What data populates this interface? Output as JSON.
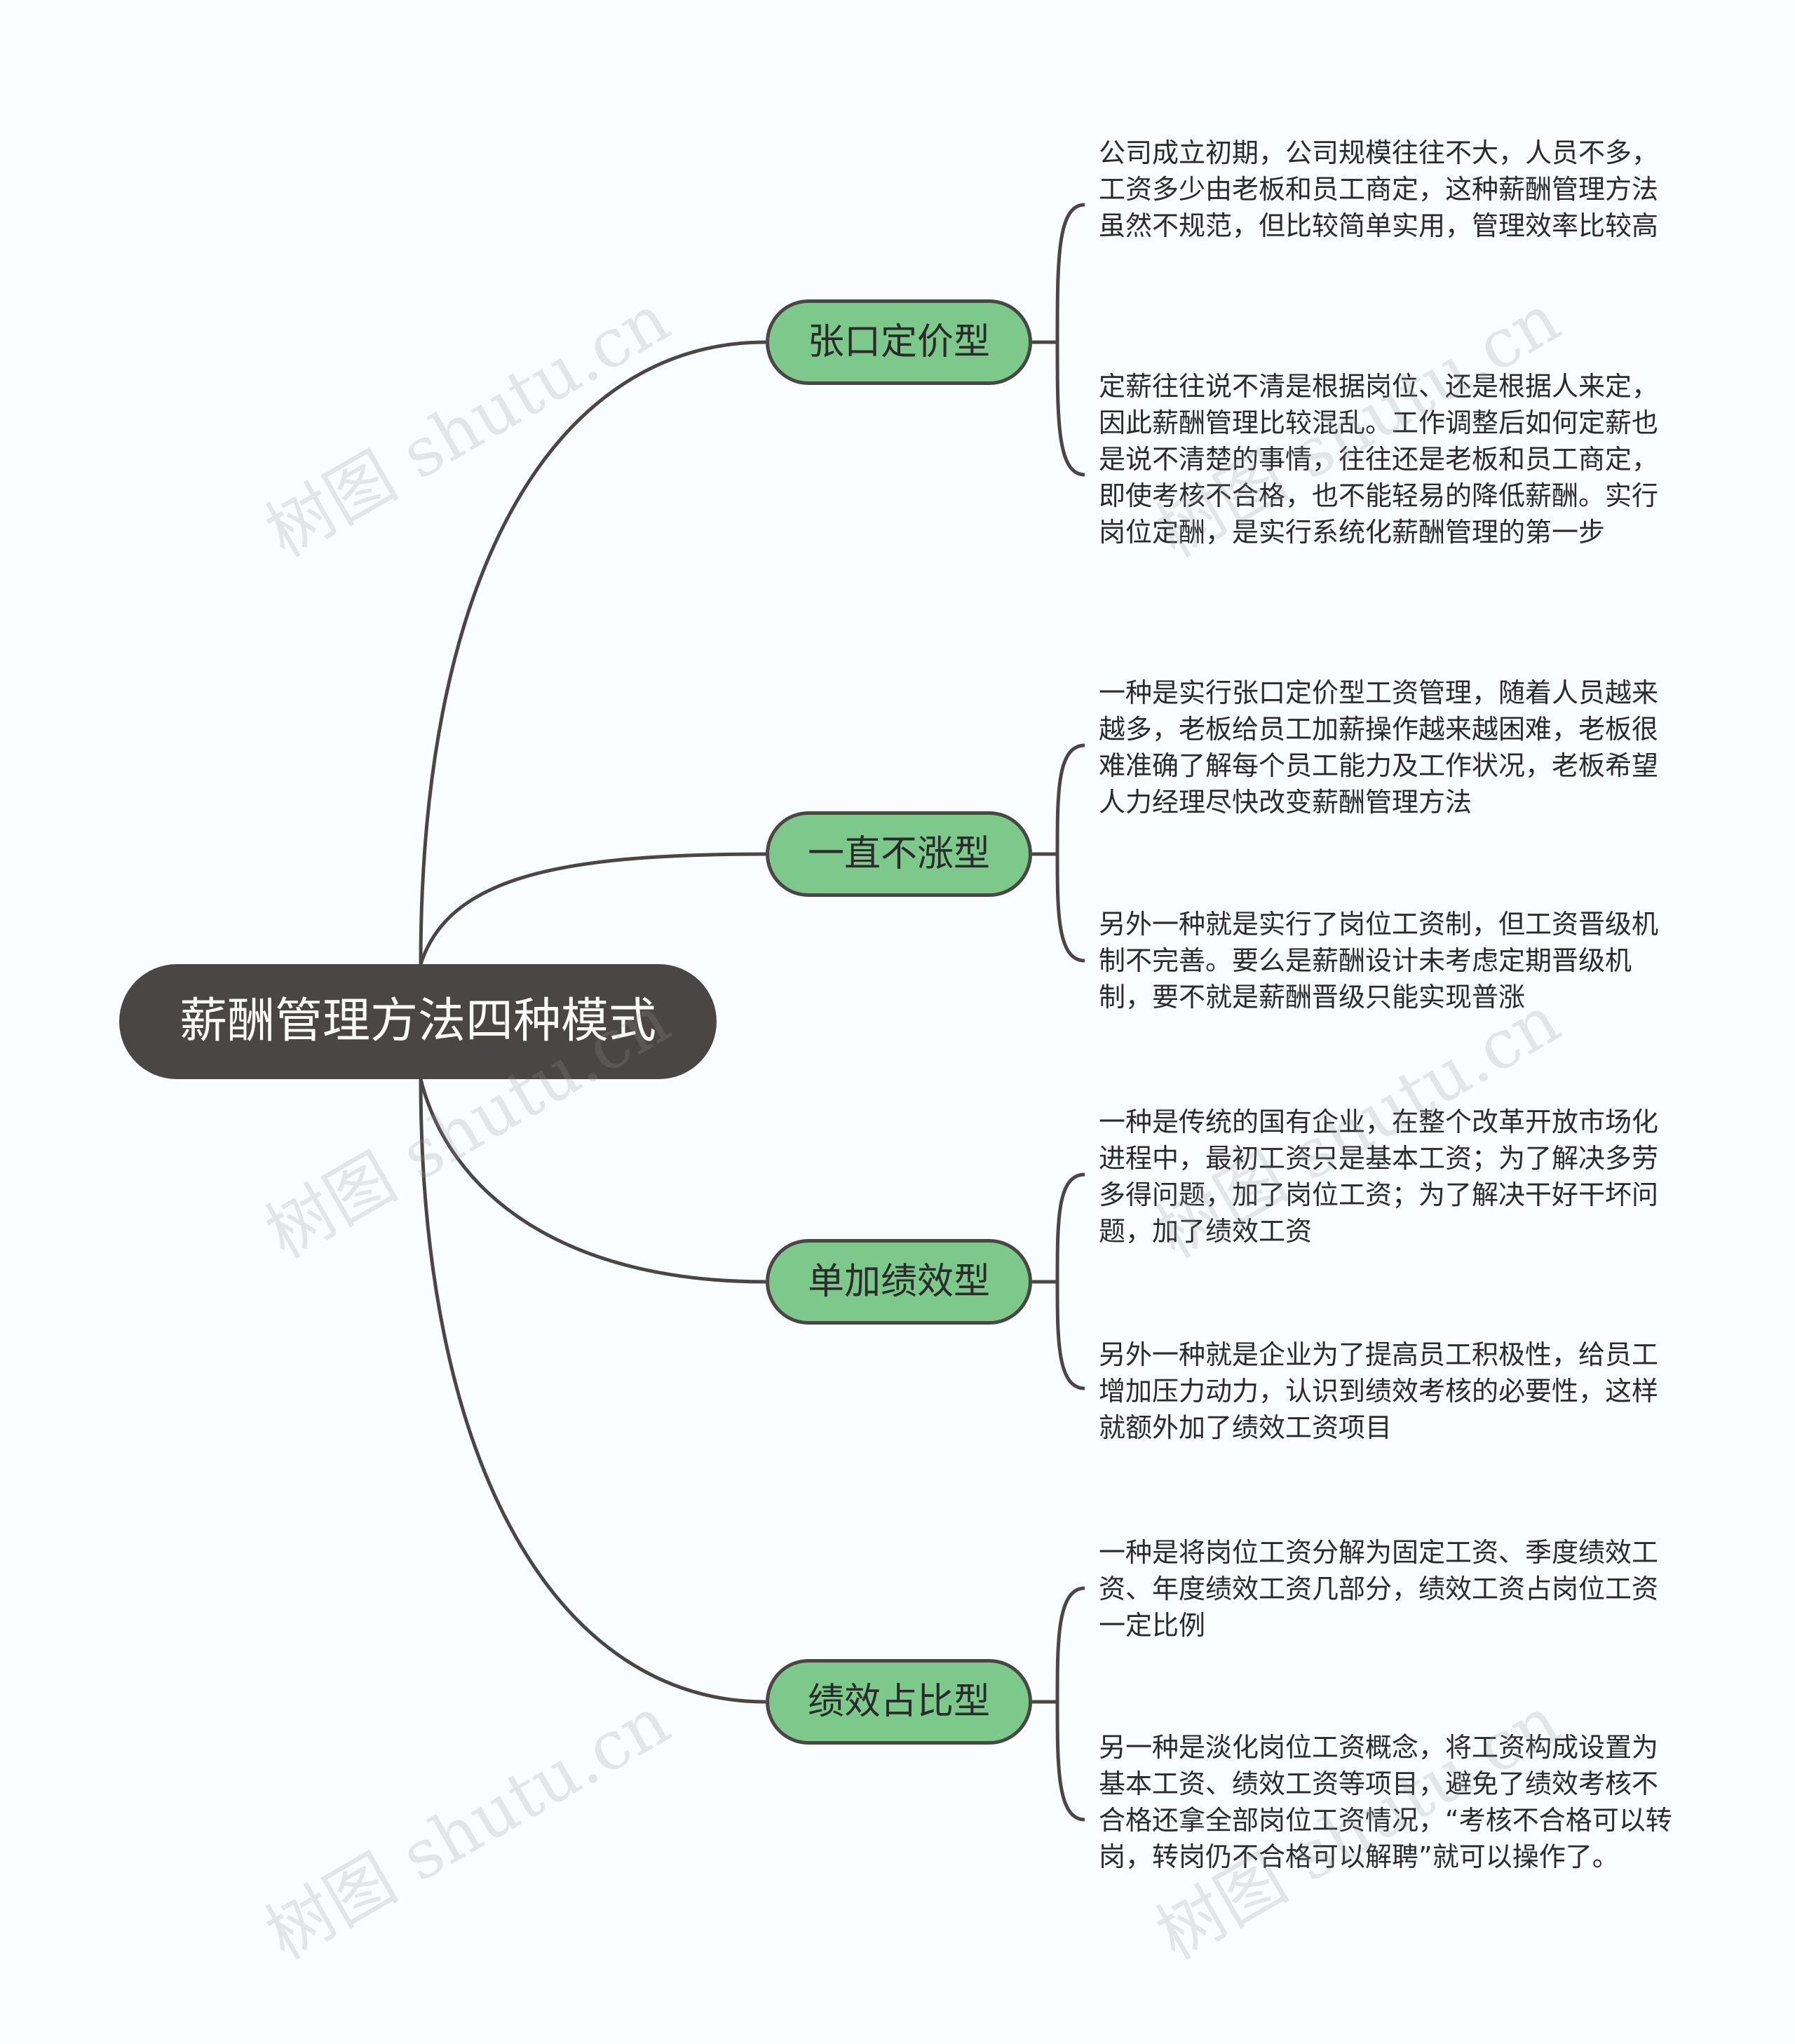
{
  "root": {
    "label": "薪酬管理方法四种模式"
  },
  "branches": [
    {
      "label": "张口定价型",
      "notes": [
        "公司成立初期，公司规模往往不大，人员不多，工资多少由老板和员工商定，这种薪酬管理方法虽然不规范，但比较简单实用，管理效率比较高",
        "定薪往往说不清是根据岗位、还是根据人来定，因此薪酬管理比较混乱。工作调整后如何定薪也是说不清楚的事情，往往还是老板和员工商定，即使考核不合格，也不能轻易的降低薪酬。实行岗位定酬，是实行系统化薪酬管理的第一步"
      ]
    },
    {
      "label": "一直不涨型",
      "notes": [
        "一种是实行张口定价型工资管理，随着人员越来越多，老板给员工加薪操作越来越困难，老板很难准确了解每个员工能力及工作状况，老板希望人力经理尽快改变薪酬管理方法",
        "另外一种就是实行了岗位工资制，但工资晋级机制不完善。要么是薪酬设计未考虑定期晋级机制，要不就是薪酬晋级只能实现普涨"
      ]
    },
    {
      "label": "单加绩效型",
      "notes": [
        "一种是传统的国有企业，在整个改革开放市场化进程中，最初工资只是基本工资；为了解决多劳多得问题，加了岗位工资；为了解决干好干坏问题，加了绩效工资",
        "另外一种就是企业为了提高员工积极性，给员工增加压力动力，认识到绩效考核的必要性，这样就额外加了绩效工资项目"
      ]
    },
    {
      "label": "绩效占比型",
      "notes": [
        "一种是将岗位工资分解为固定工资、季度绩效工资、年度绩效工资几部分，绩效工资占岗位工资一定比例",
        "另一种是淡化岗位工资概念，将工资构成设置为基本工资、绩效工资等项目，避免了绩效考核不合格还拿全部岗位工资情况，“考核不合格可以转岗，转岗仍不合格可以解聘”就可以操作了。"
      ]
    }
  ],
  "watermark": "树图 shutu.cn",
  "colors": {
    "background": "#f9fdfd",
    "root_fill": "#4b4646",
    "branch_fill": "#7cc98b",
    "line": "#4b4646"
  }
}
